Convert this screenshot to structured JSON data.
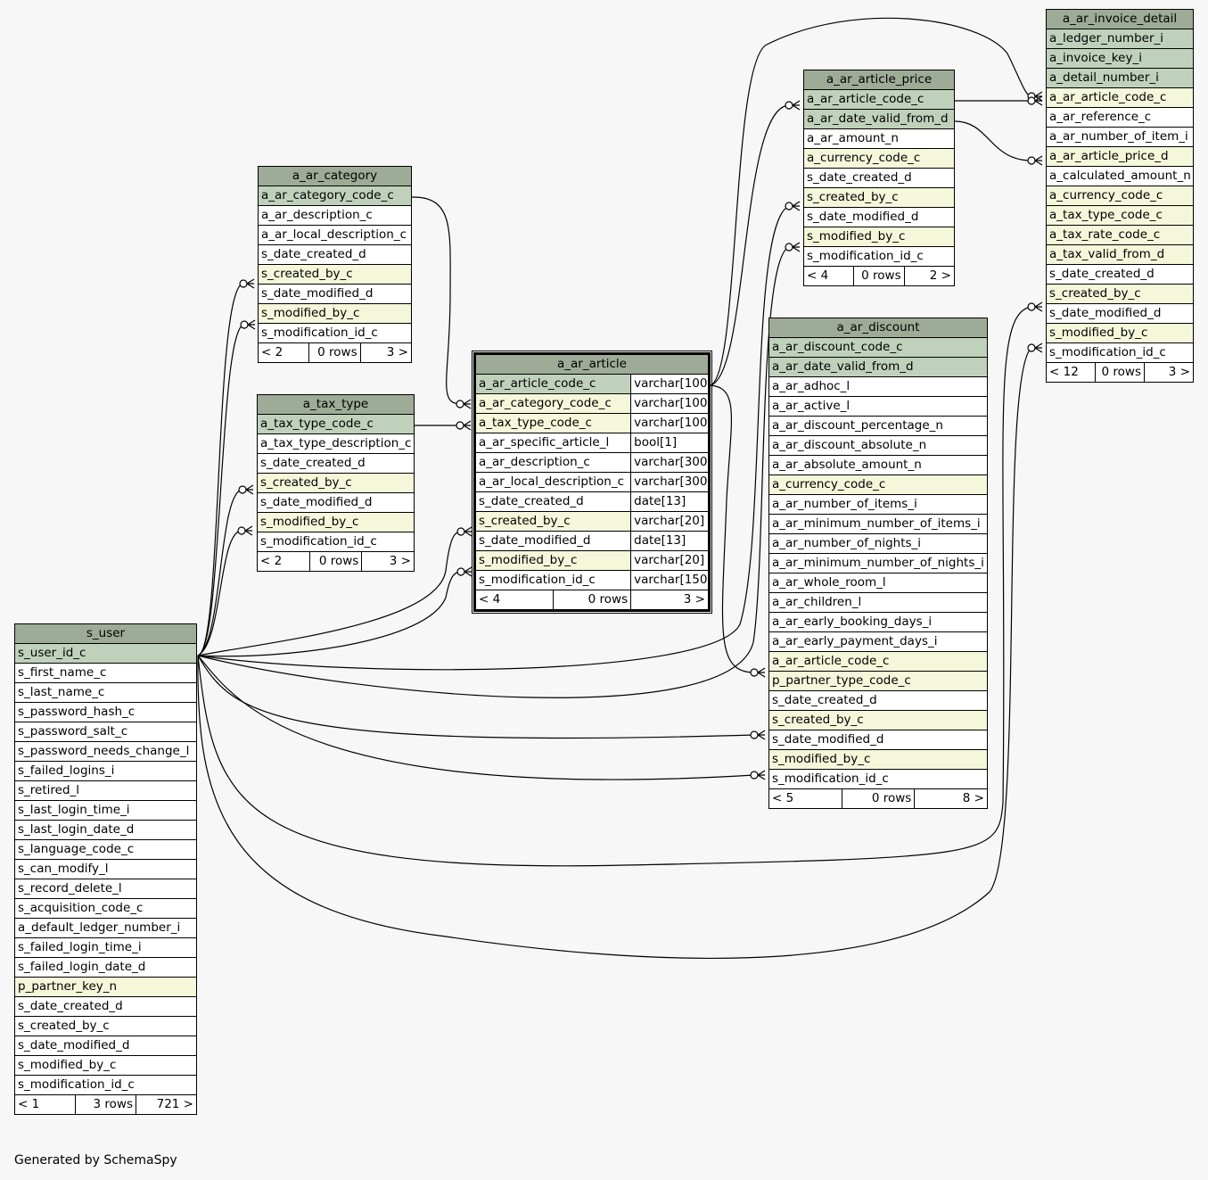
{
  "footer": "Generated by SchemaSpy",
  "colors": {
    "header": "#9eab96",
    "primary_key": "#bfd1bb",
    "foreign_key": "#f4f7da",
    "background": "#f7f7f7"
  },
  "tables": {
    "s_user": {
      "name": "s_user",
      "columns": [
        {
          "name": "s_user_id_c",
          "kind": "pk"
        },
        {
          "name": "s_first_name_c",
          "kind": ""
        },
        {
          "name": "s_last_name_c",
          "kind": ""
        },
        {
          "name": "s_password_hash_c",
          "kind": ""
        },
        {
          "name": "s_password_salt_c",
          "kind": ""
        },
        {
          "name": "s_password_needs_change_l",
          "kind": ""
        },
        {
          "name": "s_failed_logins_i",
          "kind": ""
        },
        {
          "name": "s_retired_l",
          "kind": ""
        },
        {
          "name": "s_last_login_time_i",
          "kind": ""
        },
        {
          "name": "s_last_login_date_d",
          "kind": ""
        },
        {
          "name": "s_language_code_c",
          "kind": ""
        },
        {
          "name": "s_can_modify_l",
          "kind": ""
        },
        {
          "name": "s_record_delete_l",
          "kind": ""
        },
        {
          "name": "s_acquisition_code_c",
          "kind": ""
        },
        {
          "name": "a_default_ledger_number_i",
          "kind": ""
        },
        {
          "name": "s_failed_login_time_i",
          "kind": ""
        },
        {
          "name": "s_failed_login_date_d",
          "kind": ""
        },
        {
          "name": "p_partner_key_n",
          "kind": "fk"
        },
        {
          "name": "s_date_created_d",
          "kind": ""
        },
        {
          "name": "s_created_by_c",
          "kind": ""
        },
        {
          "name": "s_date_modified_d",
          "kind": ""
        },
        {
          "name": "s_modified_by_c",
          "kind": ""
        },
        {
          "name": "s_modification_id_c",
          "kind": ""
        }
      ],
      "footer": {
        "parents": "< 1",
        "rows": "3 rows",
        "children": "721 >"
      }
    },
    "a_ar_category": {
      "name": "a_ar_category",
      "columns": [
        {
          "name": "a_ar_category_code_c",
          "kind": "pk"
        },
        {
          "name": "a_ar_description_c",
          "kind": ""
        },
        {
          "name": "a_ar_local_description_c",
          "kind": ""
        },
        {
          "name": "s_date_created_d",
          "kind": ""
        },
        {
          "name": "s_created_by_c",
          "kind": "fk"
        },
        {
          "name": "s_date_modified_d",
          "kind": ""
        },
        {
          "name": "s_modified_by_c",
          "kind": "fk"
        },
        {
          "name": "s_modification_id_c",
          "kind": ""
        }
      ],
      "footer": {
        "parents": "< 2",
        "rows": "0 rows",
        "children": "3 >"
      }
    },
    "a_tax_type": {
      "name": "a_tax_type",
      "columns": [
        {
          "name": "a_tax_type_code_c",
          "kind": "pk"
        },
        {
          "name": "a_tax_type_description_c",
          "kind": ""
        },
        {
          "name": "s_date_created_d",
          "kind": ""
        },
        {
          "name": "s_created_by_c",
          "kind": "fk"
        },
        {
          "name": "s_date_modified_d",
          "kind": ""
        },
        {
          "name": "s_modified_by_c",
          "kind": "fk"
        },
        {
          "name": "s_modification_id_c",
          "kind": ""
        }
      ],
      "footer": {
        "parents": "< 2",
        "rows": "0 rows",
        "children": "3 >"
      }
    },
    "a_ar_article": {
      "name": "a_ar_article",
      "columns": [
        {
          "name": "a_ar_article_code_c",
          "type": "varchar[100]",
          "kind": "pk"
        },
        {
          "name": "a_ar_category_code_c",
          "type": "varchar[100]",
          "kind": "fk"
        },
        {
          "name": "a_tax_type_code_c",
          "type": "varchar[100]",
          "kind": "fk"
        },
        {
          "name": "a_ar_specific_article_l",
          "type": "bool[1]",
          "kind": ""
        },
        {
          "name": "a_ar_description_c",
          "type": "varchar[300]",
          "kind": ""
        },
        {
          "name": "a_ar_local_description_c",
          "type": "varchar[300]",
          "kind": ""
        },
        {
          "name": "s_date_created_d",
          "type": "date[13]",
          "kind": ""
        },
        {
          "name": "s_created_by_c",
          "type": "varchar[20]",
          "kind": "fk"
        },
        {
          "name": "s_date_modified_d",
          "type": "date[13]",
          "kind": ""
        },
        {
          "name": "s_modified_by_c",
          "type": "varchar[20]",
          "kind": "fk"
        },
        {
          "name": "s_modification_id_c",
          "type": "varchar[150]",
          "kind": ""
        }
      ],
      "footer": {
        "parents": "< 4",
        "rows": "0 rows",
        "children": "3 >"
      }
    },
    "a_ar_article_price": {
      "name": "a_ar_article_price",
      "columns": [
        {
          "name": "a_ar_article_code_c",
          "kind": "pk"
        },
        {
          "name": "a_ar_date_valid_from_d",
          "kind": "pk"
        },
        {
          "name": "a_ar_amount_n",
          "kind": ""
        },
        {
          "name": "a_currency_code_c",
          "kind": "fk"
        },
        {
          "name": "s_date_created_d",
          "kind": ""
        },
        {
          "name": "s_created_by_c",
          "kind": "fk"
        },
        {
          "name": "s_date_modified_d",
          "kind": ""
        },
        {
          "name": "s_modified_by_c",
          "kind": "fk"
        },
        {
          "name": "s_modification_id_c",
          "kind": ""
        }
      ],
      "footer": {
        "parents": "< 4",
        "rows": "0 rows",
        "children": "2 >"
      }
    },
    "a_ar_discount": {
      "name": "a_ar_discount",
      "columns": [
        {
          "name": "a_ar_discount_code_c",
          "kind": "pk"
        },
        {
          "name": "a_ar_date_valid_from_d",
          "kind": "pk"
        },
        {
          "name": "a_ar_adhoc_l",
          "kind": ""
        },
        {
          "name": "a_ar_active_l",
          "kind": ""
        },
        {
          "name": "a_ar_discount_percentage_n",
          "kind": ""
        },
        {
          "name": "a_ar_discount_absolute_n",
          "kind": ""
        },
        {
          "name": "a_ar_absolute_amount_n",
          "kind": ""
        },
        {
          "name": "a_currency_code_c",
          "kind": "fk"
        },
        {
          "name": "a_ar_number_of_items_i",
          "kind": ""
        },
        {
          "name": "a_ar_minimum_number_of_items_i",
          "kind": ""
        },
        {
          "name": "a_ar_number_of_nights_i",
          "kind": ""
        },
        {
          "name": "a_ar_minimum_number_of_nights_i",
          "kind": ""
        },
        {
          "name": "a_ar_whole_room_l",
          "kind": ""
        },
        {
          "name": "a_ar_children_l",
          "kind": ""
        },
        {
          "name": "a_ar_early_booking_days_i",
          "kind": ""
        },
        {
          "name": "a_ar_early_payment_days_i",
          "kind": ""
        },
        {
          "name": "a_ar_article_code_c",
          "kind": "fk"
        },
        {
          "name": "p_partner_type_code_c",
          "kind": "fk"
        },
        {
          "name": "s_date_created_d",
          "kind": ""
        },
        {
          "name": "s_created_by_c",
          "kind": "fk"
        },
        {
          "name": "s_date_modified_d",
          "kind": ""
        },
        {
          "name": "s_modified_by_c",
          "kind": "fk"
        },
        {
          "name": "s_modification_id_c",
          "kind": ""
        }
      ],
      "footer": {
        "parents": "< 5",
        "rows": "0 rows",
        "children": "8 >"
      }
    },
    "a_ar_invoice_detail": {
      "name": "a_ar_invoice_detail",
      "columns": [
        {
          "name": "a_ledger_number_i",
          "kind": "pk"
        },
        {
          "name": "a_invoice_key_i",
          "kind": "pk"
        },
        {
          "name": "a_detail_number_i",
          "kind": "pk"
        },
        {
          "name": "a_ar_article_code_c",
          "kind": "fk"
        },
        {
          "name": "a_ar_reference_c",
          "kind": ""
        },
        {
          "name": "a_ar_number_of_item_i",
          "kind": ""
        },
        {
          "name": "a_ar_article_price_d",
          "kind": "fk"
        },
        {
          "name": "a_calculated_amount_n",
          "kind": ""
        },
        {
          "name": "a_currency_code_c",
          "kind": "fk"
        },
        {
          "name": "a_tax_type_code_c",
          "kind": "fk"
        },
        {
          "name": "a_tax_rate_code_c",
          "kind": "fk"
        },
        {
          "name": "a_tax_valid_from_d",
          "kind": "fk"
        },
        {
          "name": "s_date_created_d",
          "kind": ""
        },
        {
          "name": "s_created_by_c",
          "kind": "fk"
        },
        {
          "name": "s_date_modified_d",
          "kind": ""
        },
        {
          "name": "s_modified_by_c",
          "kind": "fk"
        },
        {
          "name": "s_modification_id_c",
          "kind": ""
        }
      ],
      "footer": {
        "parents": "< 12",
        "rows": "0 rows",
        "children": "3 >"
      }
    }
  }
}
